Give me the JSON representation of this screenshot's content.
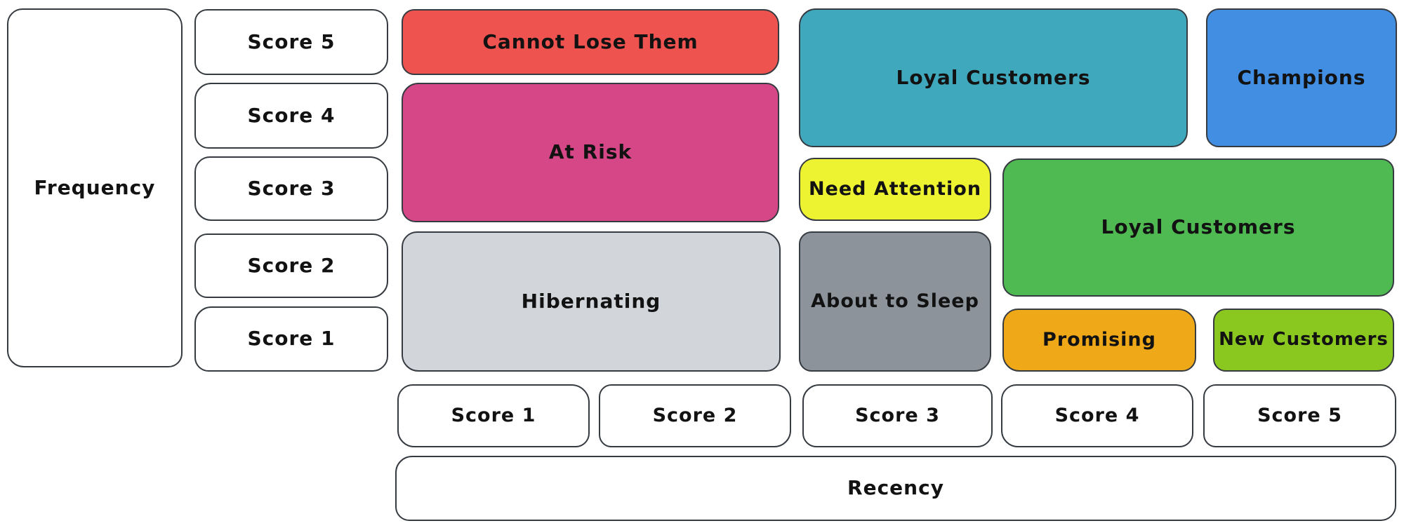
{
  "axis_frequency": {
    "label": "Frequency",
    "scores": [
      "Score 5",
      "Score 4",
      "Score 3",
      "Score 2",
      "Score 1"
    ]
  },
  "axis_recency": {
    "label": "Recency",
    "scores": [
      "Score 1",
      "Score 2",
      "Score 3",
      "Score 4",
      "Score 5"
    ]
  },
  "segments": {
    "cannot_lose_them": {
      "label": "Cannot Lose Them",
      "color": "#ef5350",
      "frequency_span": [
        5,
        5
      ],
      "recency_span": [
        1,
        2
      ]
    },
    "at_risk": {
      "label": "At Risk",
      "color": "#d54786",
      "frequency_span": [
        3,
        4
      ],
      "recency_span": [
        1,
        2
      ]
    },
    "hibernating": {
      "label": "Hibernating",
      "color": "#d2d6db",
      "frequency_span": [
        1,
        2
      ],
      "recency_span": [
        1,
        2
      ]
    },
    "loyal_customers_top": {
      "label": "Loyal Customers",
      "color": "#40a8bc",
      "frequency_span": [
        4,
        5
      ],
      "recency_span": [
        3,
        4
      ]
    },
    "champions": {
      "label": "Champions",
      "color": "#418ee2",
      "frequency_span": [
        4,
        5
      ],
      "recency_span": [
        5,
        5
      ]
    },
    "need_attention": {
      "label": "Need Attention",
      "color": "#edf231",
      "frequency_span": [
        3,
        3
      ],
      "recency_span": [
        3,
        3
      ]
    },
    "about_to_sleep": {
      "label": "About to Sleep",
      "color": "#8d939b",
      "frequency_span": [
        1,
        2
      ],
      "recency_span": [
        3,
        3
      ]
    },
    "loyal_customers_mid": {
      "label": "Loyal Customers",
      "color": "#50ba52",
      "frequency_span": [
        2,
        3
      ],
      "recency_span": [
        4,
        5
      ]
    },
    "promising": {
      "label": "Promising",
      "color": "#efa817",
      "frequency_span": [
        1,
        1
      ],
      "recency_span": [
        4,
        4
      ]
    },
    "new_customers": {
      "label": "New Customers",
      "color": "#8bc81f",
      "frequency_span": [
        1,
        1
      ],
      "recency_span": [
        5,
        5
      ]
    }
  },
  "colors": {
    "border": "#363b41",
    "background": "#ffffff",
    "text": "#121212"
  }
}
